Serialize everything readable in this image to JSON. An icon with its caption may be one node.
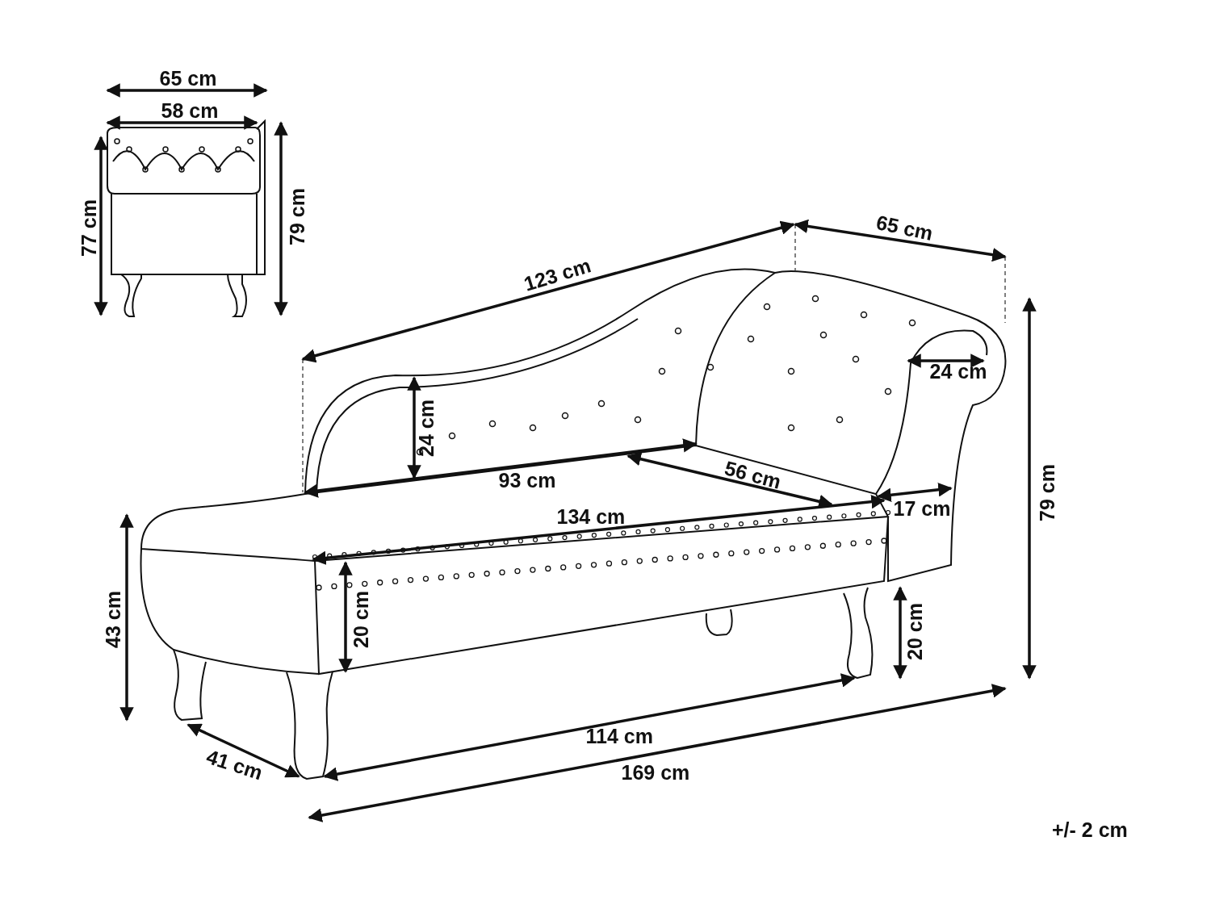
{
  "diagram": {
    "labels": [
      "65 cm",
      "58 cm",
      "77 cm",
      "79 cm",
      "65 cm",
      "123 cm",
      "24 cm",
      "24 cm",
      "93 cm",
      "56 cm",
      "79 cm",
      "17 cm",
      "134 cm",
      "43 cm",
      "20 cm",
      "20 cm",
      "114 cm",
      "41 cm",
      "169 cm",
      "+/- 2 cm"
    ]
  }
}
